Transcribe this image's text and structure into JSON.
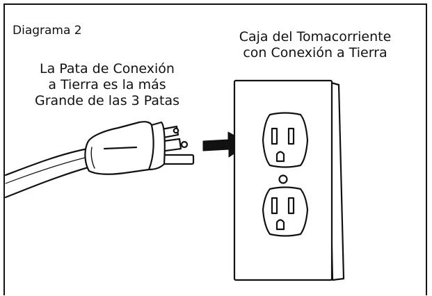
{
  "diagram": {
    "label": "Diagrama 2",
    "plug_caption": [
      "La Pata de Conexión",
      "a Tierra es la más",
      "Grande de las 3 Patas"
    ],
    "outlet_caption": [
      "Caja del Tomacorriente",
      "con Conexión a Tierra"
    ]
  },
  "icons": {
    "plug": "grounded-plug-icon",
    "arrow": "arrow-right-icon",
    "outlet": "duplex-outlet-icon"
  },
  "colors": {
    "line": "#111111",
    "fill": "#ffffff"
  }
}
